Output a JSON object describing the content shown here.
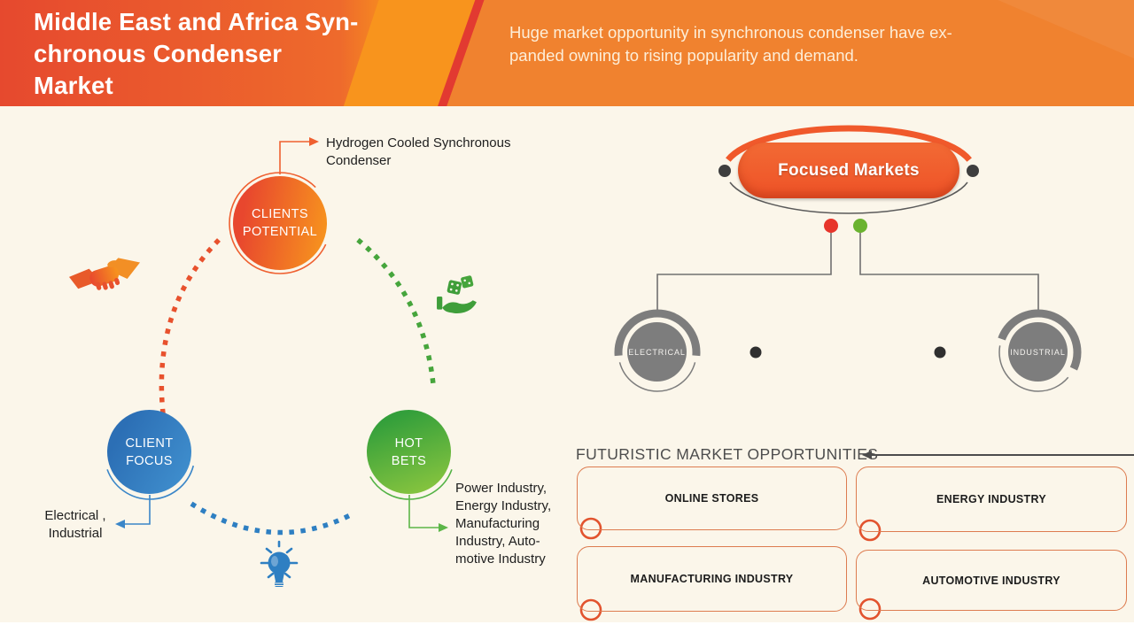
{
  "header": {
    "title": "Middle East and Africa Syn-\nchronous Condenser\nMarket",
    "subtitle": "Huge market opportunity in synchronous condenser  have ex-\npanded owning to rising popularity and demand.",
    "colors": {
      "left": "#e6492e",
      "right": "#f0822f",
      "wedge": "#f8941d",
      "stripe": "#e23a31"
    }
  },
  "cycle": {
    "nodes": [
      {
        "label": "CLIENTS\nPOTENTIAL",
        "color": "#ef6030",
        "callout": "Hydrogen Cooled Synchronous\nCondenser"
      },
      {
        "label": "CLIENT\nFOCUS",
        "color": "#2e7fc2",
        "callout": "Electrical ,\nIndustrial"
      },
      {
        "label": "HOT\nBETS",
        "color": "#46a53c",
        "callout": "Power Industry,\nEnergy Industry,\nManufacturing\nIndustry, Auto-\nmotive Industry"
      }
    ],
    "icons": [
      {
        "name": "handshake-icon",
        "color": "#ef6a2a"
      },
      {
        "name": "dice-hand-icon",
        "color": "#3f9e3a"
      },
      {
        "name": "lightbulb-icon",
        "color": "#2e7fc2"
      }
    ]
  },
  "focused_markets": {
    "label": "Focused Markets",
    "pill_color": "#ef5a2a",
    "dot_colors": [
      "#e7352b",
      "#6ab32f"
    ],
    "branch_color": "#7d7d7d",
    "branches": [
      {
        "label": "ELECTRICAL"
      },
      {
        "label": "INDUSTRIAL"
      }
    ]
  },
  "opportunities": {
    "heading": "FUTURISTIC MARKET OPPORTUNITIES",
    "accent": "#e2532e",
    "items": [
      {
        "label": "ONLINE STORES"
      },
      {
        "label": "ENERGY INDUSTRY"
      },
      {
        "label": "MANUFACTURING INDUSTRY"
      },
      {
        "label": "AUTOMOTIVE INDUSTRY"
      }
    ]
  }
}
